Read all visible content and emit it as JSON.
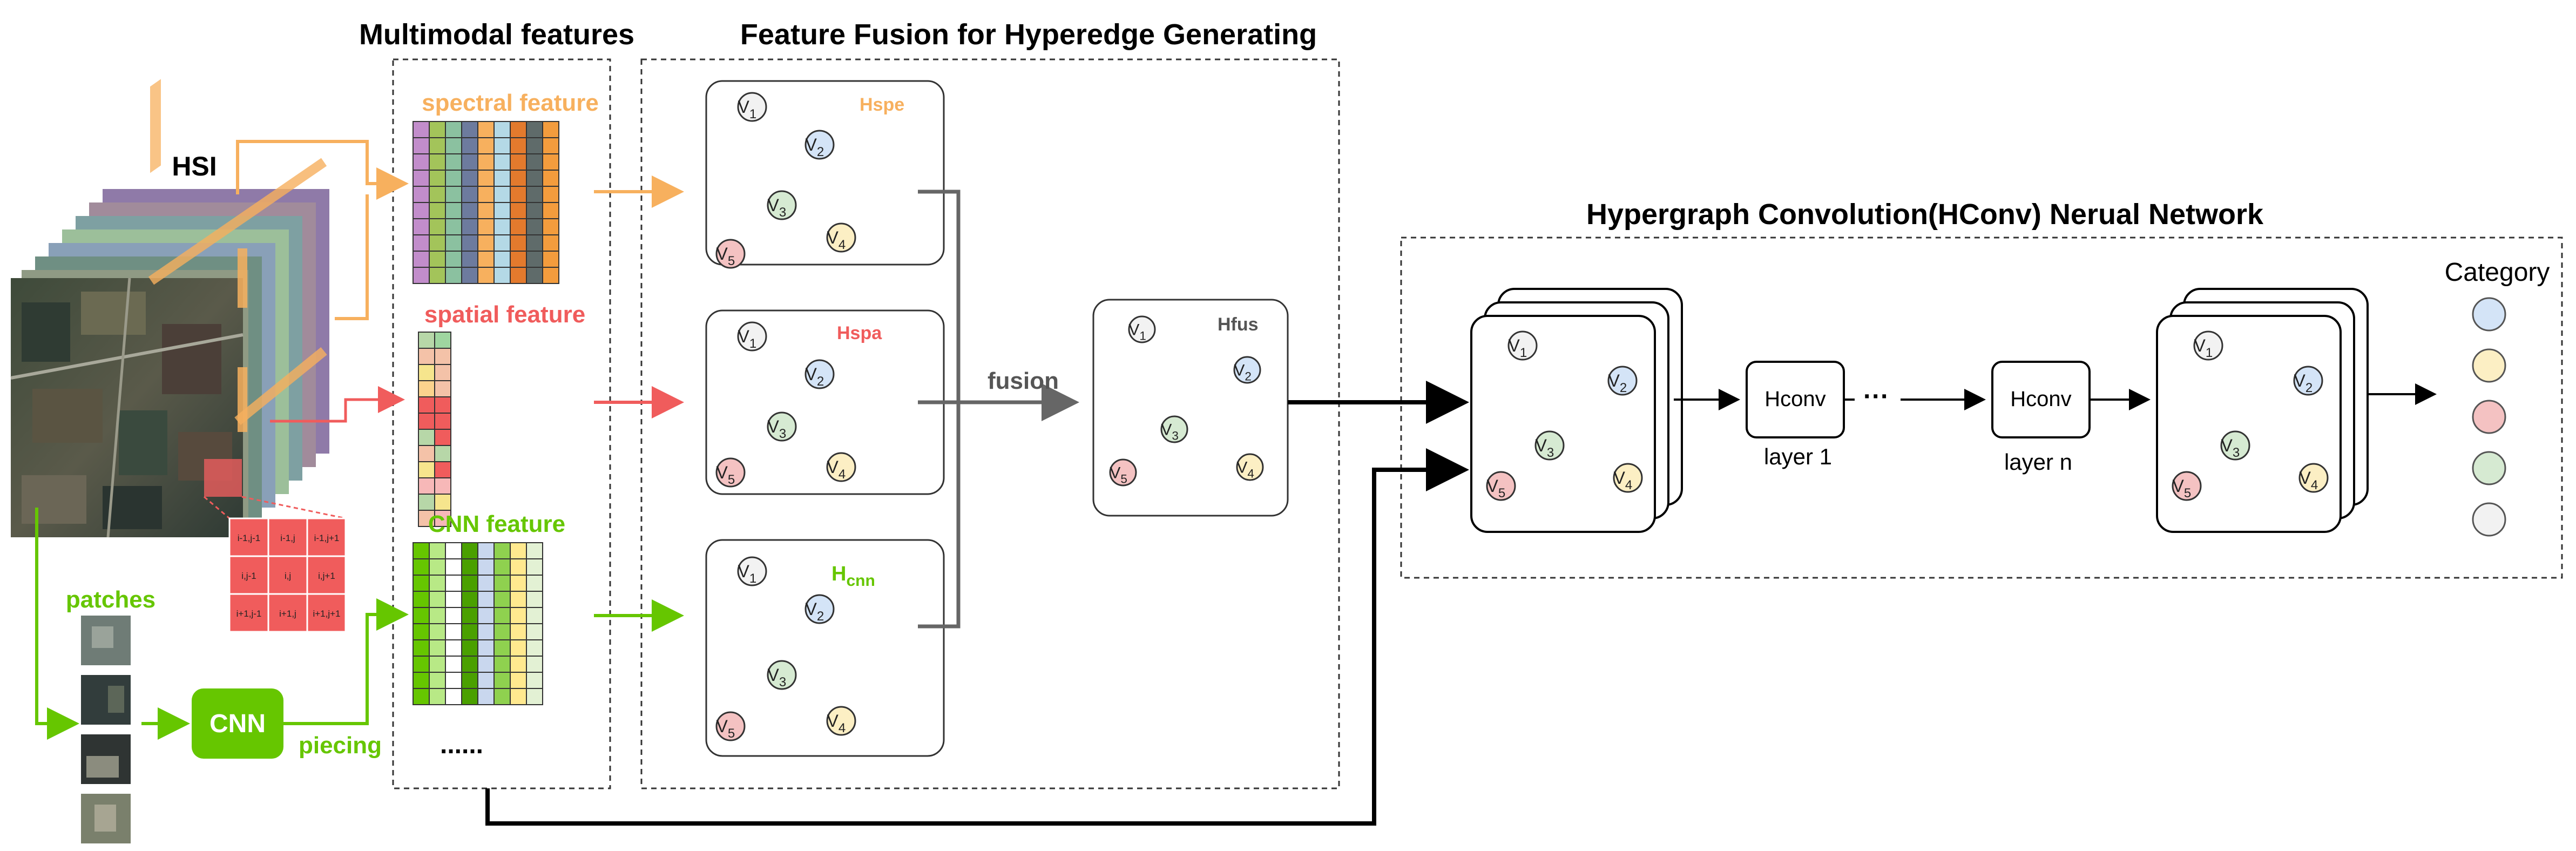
{
  "sections": {
    "multimodal": "Multimodal features",
    "fusion_title": "Feature Fusion for Hyperedge Generating",
    "hconv_title": "Hypergraph Convolution(HConv) Nerual Network"
  },
  "inputs": {
    "hsi": "HSI",
    "patches": "patches",
    "cnn": "CNN",
    "piecing": "piecing"
  },
  "features": {
    "spectral": "spectral feature",
    "spatial": "spatial feature",
    "cnn": "CNN feature",
    "ellipsis": "......"
  },
  "window": {
    "cells": [
      "i-1,j-1",
      "i-1,j",
      "i-1,j+1",
      "i,j-1",
      "i,j",
      "i,j+1",
      "i+1,j-1",
      "i+1,j",
      "i+1,j+1"
    ]
  },
  "graphs": {
    "spe": "Hspe",
    "spa": "Hspa",
    "cnn_main": "H",
    "cnn_sub": "cnn",
    "fus": "Hfus"
  },
  "fusion_label": "fusion",
  "network": {
    "hconv": "Hconv",
    "layer1": "layer 1",
    "layern": "layer n",
    "dots": "···",
    "category": "Category"
  },
  "nodes": {
    "v": "V",
    "s1": "1",
    "s2": "2",
    "s3": "3",
    "s4": "4",
    "s5": "5"
  },
  "colors": {
    "orange": "#f7b05e",
    "red": "#f05c5c",
    "green": "#66c600",
    "dark": "#222222",
    "node_v1": "#f2f2f2",
    "node_v2": "#d4e4f7",
    "node_v3": "#d6ead2",
    "node_v4": "#fcefc4",
    "node_v5": "#f4c2c2"
  },
  "category_colors": [
    "#d4e4f7",
    "#fcefc4",
    "#f4c2c2",
    "#d6ead2",
    "#f2f2f2"
  ]
}
